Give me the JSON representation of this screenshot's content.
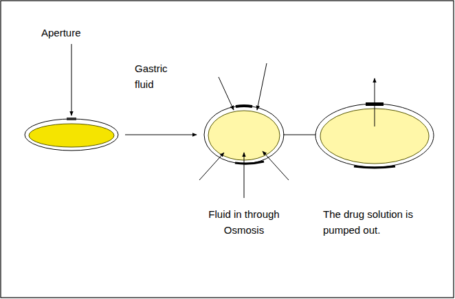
{
  "diagram": {
    "labels": [
      "Aperture",
      "Gastric fluid",
      "Fluid in through Osmosis",
      "The drug solution is pumped out."
    ]
  }
}
